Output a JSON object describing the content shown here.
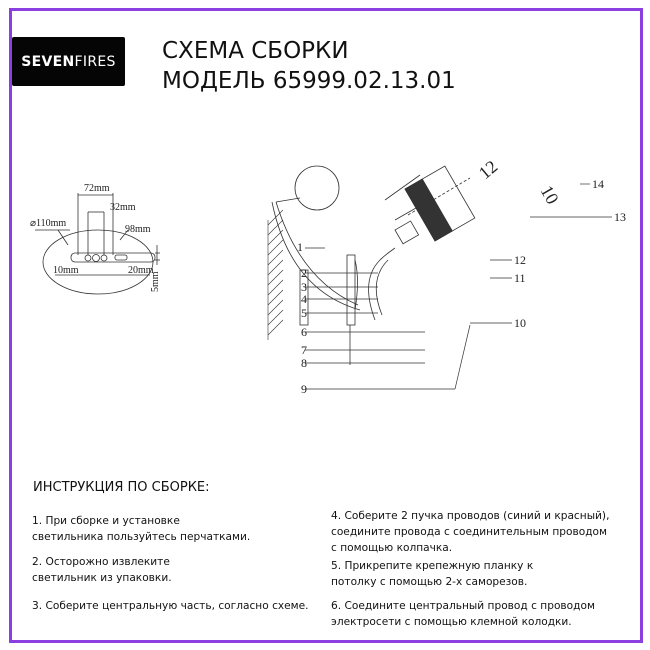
{
  "brand": {
    "logo_bold": "SEVEN",
    "logo_light": "FIRES"
  },
  "header": {
    "title": "СХЕМА СБОРКИ",
    "model": "МОДЕЛЬ 65999.02.13.01"
  },
  "colors": {
    "frame": "#8b3fe0",
    "logo_bg": "#050505"
  },
  "mount_plate": {
    "diameter": "⌀110mm",
    "d72": "72mm",
    "d32": "32mm",
    "d98": "98mm",
    "d10": "10mm",
    "d20": "20mm",
    "d5": "5mm"
  },
  "parts": [
    "1",
    "2",
    "3",
    "4",
    "5",
    "6",
    "7",
    "8",
    "9",
    "10",
    "11",
    "12",
    "13",
    "14"
  ],
  "shade_dims": {
    "d12": "12",
    "d10": "10"
  },
  "instructions": {
    "heading": "ИНСТРУКЦИЯ ПО СБОРКЕ:",
    "steps": [
      {
        "l1": "1. При сборке и установке",
        "l2": "светильника пользуйтесь перчатками.",
        "l3": ""
      },
      {
        "l1": "2. Осторожно извлеките",
        "l2": "светильник из упаковки.",
        "l3": ""
      },
      {
        "l1": "3. Соберите центральную часть, согласно схеме.",
        "l2": "",
        "l3": ""
      },
      {
        "l1": "4. Соберите 2 пучка проводов (синий и красный),",
        "l2": "соедините провода с соединительным проводом",
        "l3": "с помощью колпачка."
      },
      {
        "l1": "5. Прикрепите крепежную планку к",
        "l2": "потолку с помощью 2-х саморезов.",
        "l3": ""
      },
      {
        "l1": "6. Соедините центральный провод с проводом",
        "l2": "электросети с помощью клемной колодки.",
        "l3": ""
      }
    ]
  }
}
